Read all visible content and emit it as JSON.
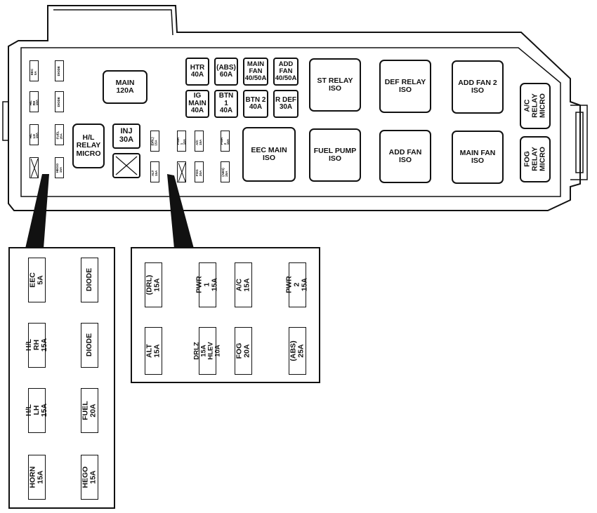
{
  "fuse_box": {
    "main": "MAIN\n120A",
    "htr": "HTR\n40A",
    "abs_60": "(ABS)\n60A",
    "main_fan": "MAIN\nFAN\n40/50A",
    "add_fan_fuse": "ADD\nFAN\n40/50A",
    "ig_main": "IG\nMAIN\n40A",
    "btn1": "BTN 1\n40A",
    "btn2": "BTN 2\n40A",
    "r_def": "R DEF\n30A",
    "inj": "INJ\n30A",
    "hl_relay": "H/L\nRELAY\nMICRO",
    "st_relay": "ST RELAY\nISO",
    "def_relay": "DEF RELAY\nISO",
    "add_fan2": "ADD FAN 2\nISO",
    "eec_main": "EEC MAIN\nISO",
    "fuel_pump": "FUEL PUMP\nISO",
    "add_fan_iso": "ADD FAN\nISO",
    "main_fan_iso": "MAIN FAN\nISO",
    "ac_relay": "A/C RELAY\nMICRO",
    "fog_relay": "FOG RELAY\nMICRO"
  },
  "small_fuses": {
    "eec5a": "EEC 5A",
    "diode1": "DIODE",
    "hl_rh": "H/L RH\n15A",
    "diode2": "DIODE",
    "hl_lh": "H/L LH\n15A",
    "fuel20a": "FUEL\n20A",
    "hego": "HEGO\n15A",
    "drl15a": "(DRL) 15A",
    "pwr1": "PWR 1\n15A",
    "ac15a": "A/C 15A",
    "pwr2": "PWR 2\n15A",
    "alt15a": "ALT 15A",
    "fog20a": "FOG 20A",
    "abs25a": "(ABS)\n25A"
  },
  "legend_left": {
    "eec5a": "EEC 5A",
    "diode1": "DIODE",
    "hl_rh": "H/L RH\n15A",
    "diode2": "DIODE",
    "hl_lh": "H/L LH\n15A",
    "fuel20a": "FUEL\n20A",
    "horn": "HORN\n15A",
    "hego": "HEGO\n15A"
  },
  "legend_right": {
    "drl15a": "(DRL) 15A",
    "pwr1": "PWR 1\n15A",
    "ac15a": "A/C 15A",
    "pwr2": "PWR 2\n15A",
    "alt15a": "ALT 15A",
    "drlz": "DRLZ 15A\nHLEV 10A",
    "fog20a": "FOG 20A",
    "abs25a": "(ABS)\n25A"
  }
}
